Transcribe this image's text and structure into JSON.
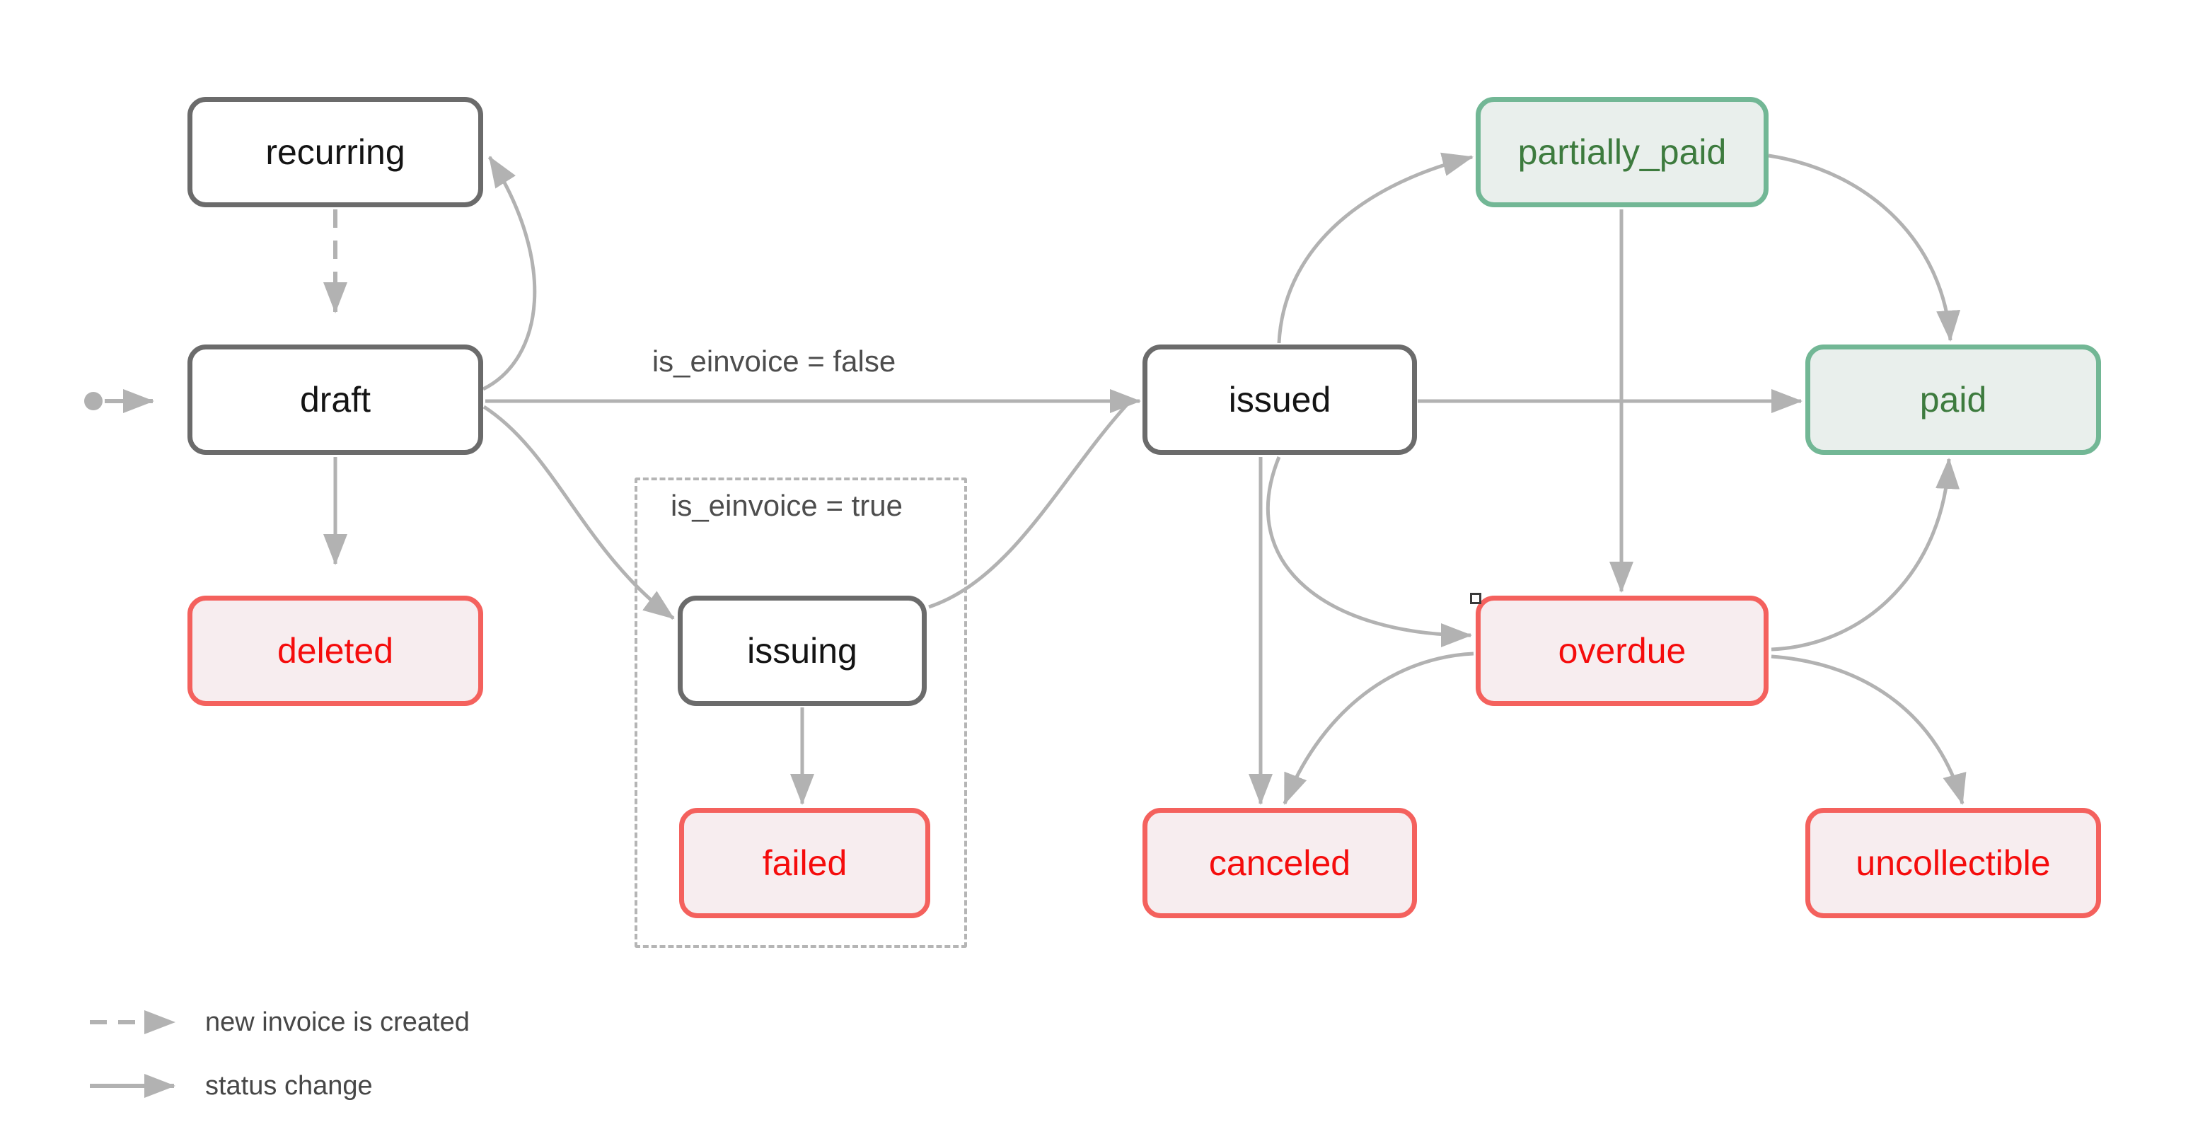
{
  "diagram": {
    "type": "state-machine",
    "subject": "invoice status flow",
    "nodes": {
      "recurring": {
        "label": "recurring",
        "kind": "neutral"
      },
      "draft": {
        "label": "draft",
        "kind": "neutral"
      },
      "deleted": {
        "label": "deleted",
        "kind": "danger"
      },
      "issuing": {
        "label": "issuing",
        "kind": "neutral"
      },
      "failed": {
        "label": "failed",
        "kind": "danger"
      },
      "issued": {
        "label": "issued",
        "kind": "neutral"
      },
      "canceled": {
        "label": "canceled",
        "kind": "danger"
      },
      "partially_paid": {
        "label": "partially_paid",
        "kind": "success"
      },
      "overdue": {
        "label": "overdue",
        "kind": "danger"
      },
      "paid": {
        "label": "paid",
        "kind": "success"
      },
      "uncollectible": {
        "label": "uncollectible",
        "kind": "danger"
      }
    },
    "annotations": {
      "einvoice_false": "is_einvoice = false",
      "einvoice_true": "is_einvoice = true"
    },
    "legend": {
      "dashed_label": "new invoice is created",
      "solid_label": "status change"
    },
    "transitions": [
      {
        "from": "start",
        "to": "draft",
        "style": "dashed"
      },
      {
        "from": "recurring",
        "to": "draft",
        "style": "dashed"
      },
      {
        "from": "draft",
        "to": "recurring",
        "style": "solid"
      },
      {
        "from": "draft",
        "to": "deleted",
        "style": "solid"
      },
      {
        "from": "draft",
        "to": "issued",
        "style": "solid",
        "label": "is_einvoice = false"
      },
      {
        "from": "draft",
        "to": "issuing",
        "style": "solid",
        "group": "is_einvoice = true"
      },
      {
        "from": "issuing",
        "to": "failed",
        "style": "solid"
      },
      {
        "from": "issuing",
        "to": "issued",
        "style": "solid"
      },
      {
        "from": "issued",
        "to": "partially_paid",
        "style": "solid"
      },
      {
        "from": "issued",
        "to": "paid",
        "style": "solid"
      },
      {
        "from": "issued",
        "to": "overdue",
        "style": "solid"
      },
      {
        "from": "issued",
        "to": "canceled",
        "style": "solid"
      },
      {
        "from": "partially_paid",
        "to": "paid",
        "style": "solid"
      },
      {
        "from": "partially_paid",
        "to": "overdue",
        "style": "solid"
      },
      {
        "from": "overdue",
        "to": "paid",
        "style": "solid"
      },
      {
        "from": "overdue",
        "to": "canceled",
        "style": "solid"
      },
      {
        "from": "overdue",
        "to": "uncollectible",
        "style": "solid"
      }
    ],
    "colors": {
      "neutral_border": "#6b6b6b",
      "neutral_fill": "#ffffff",
      "neutral_text": "#141414",
      "danger_border": "#f4615d",
      "danger_fill": "#f7edef",
      "danger_text": "#f50c0c",
      "success_border": "#72b795",
      "success_fill": "#e9efec",
      "success_text": "#3d7b3e",
      "arrow": "#b2b2b2",
      "label_text": "#4d4d4d",
      "legend_text": "#474747"
    }
  }
}
